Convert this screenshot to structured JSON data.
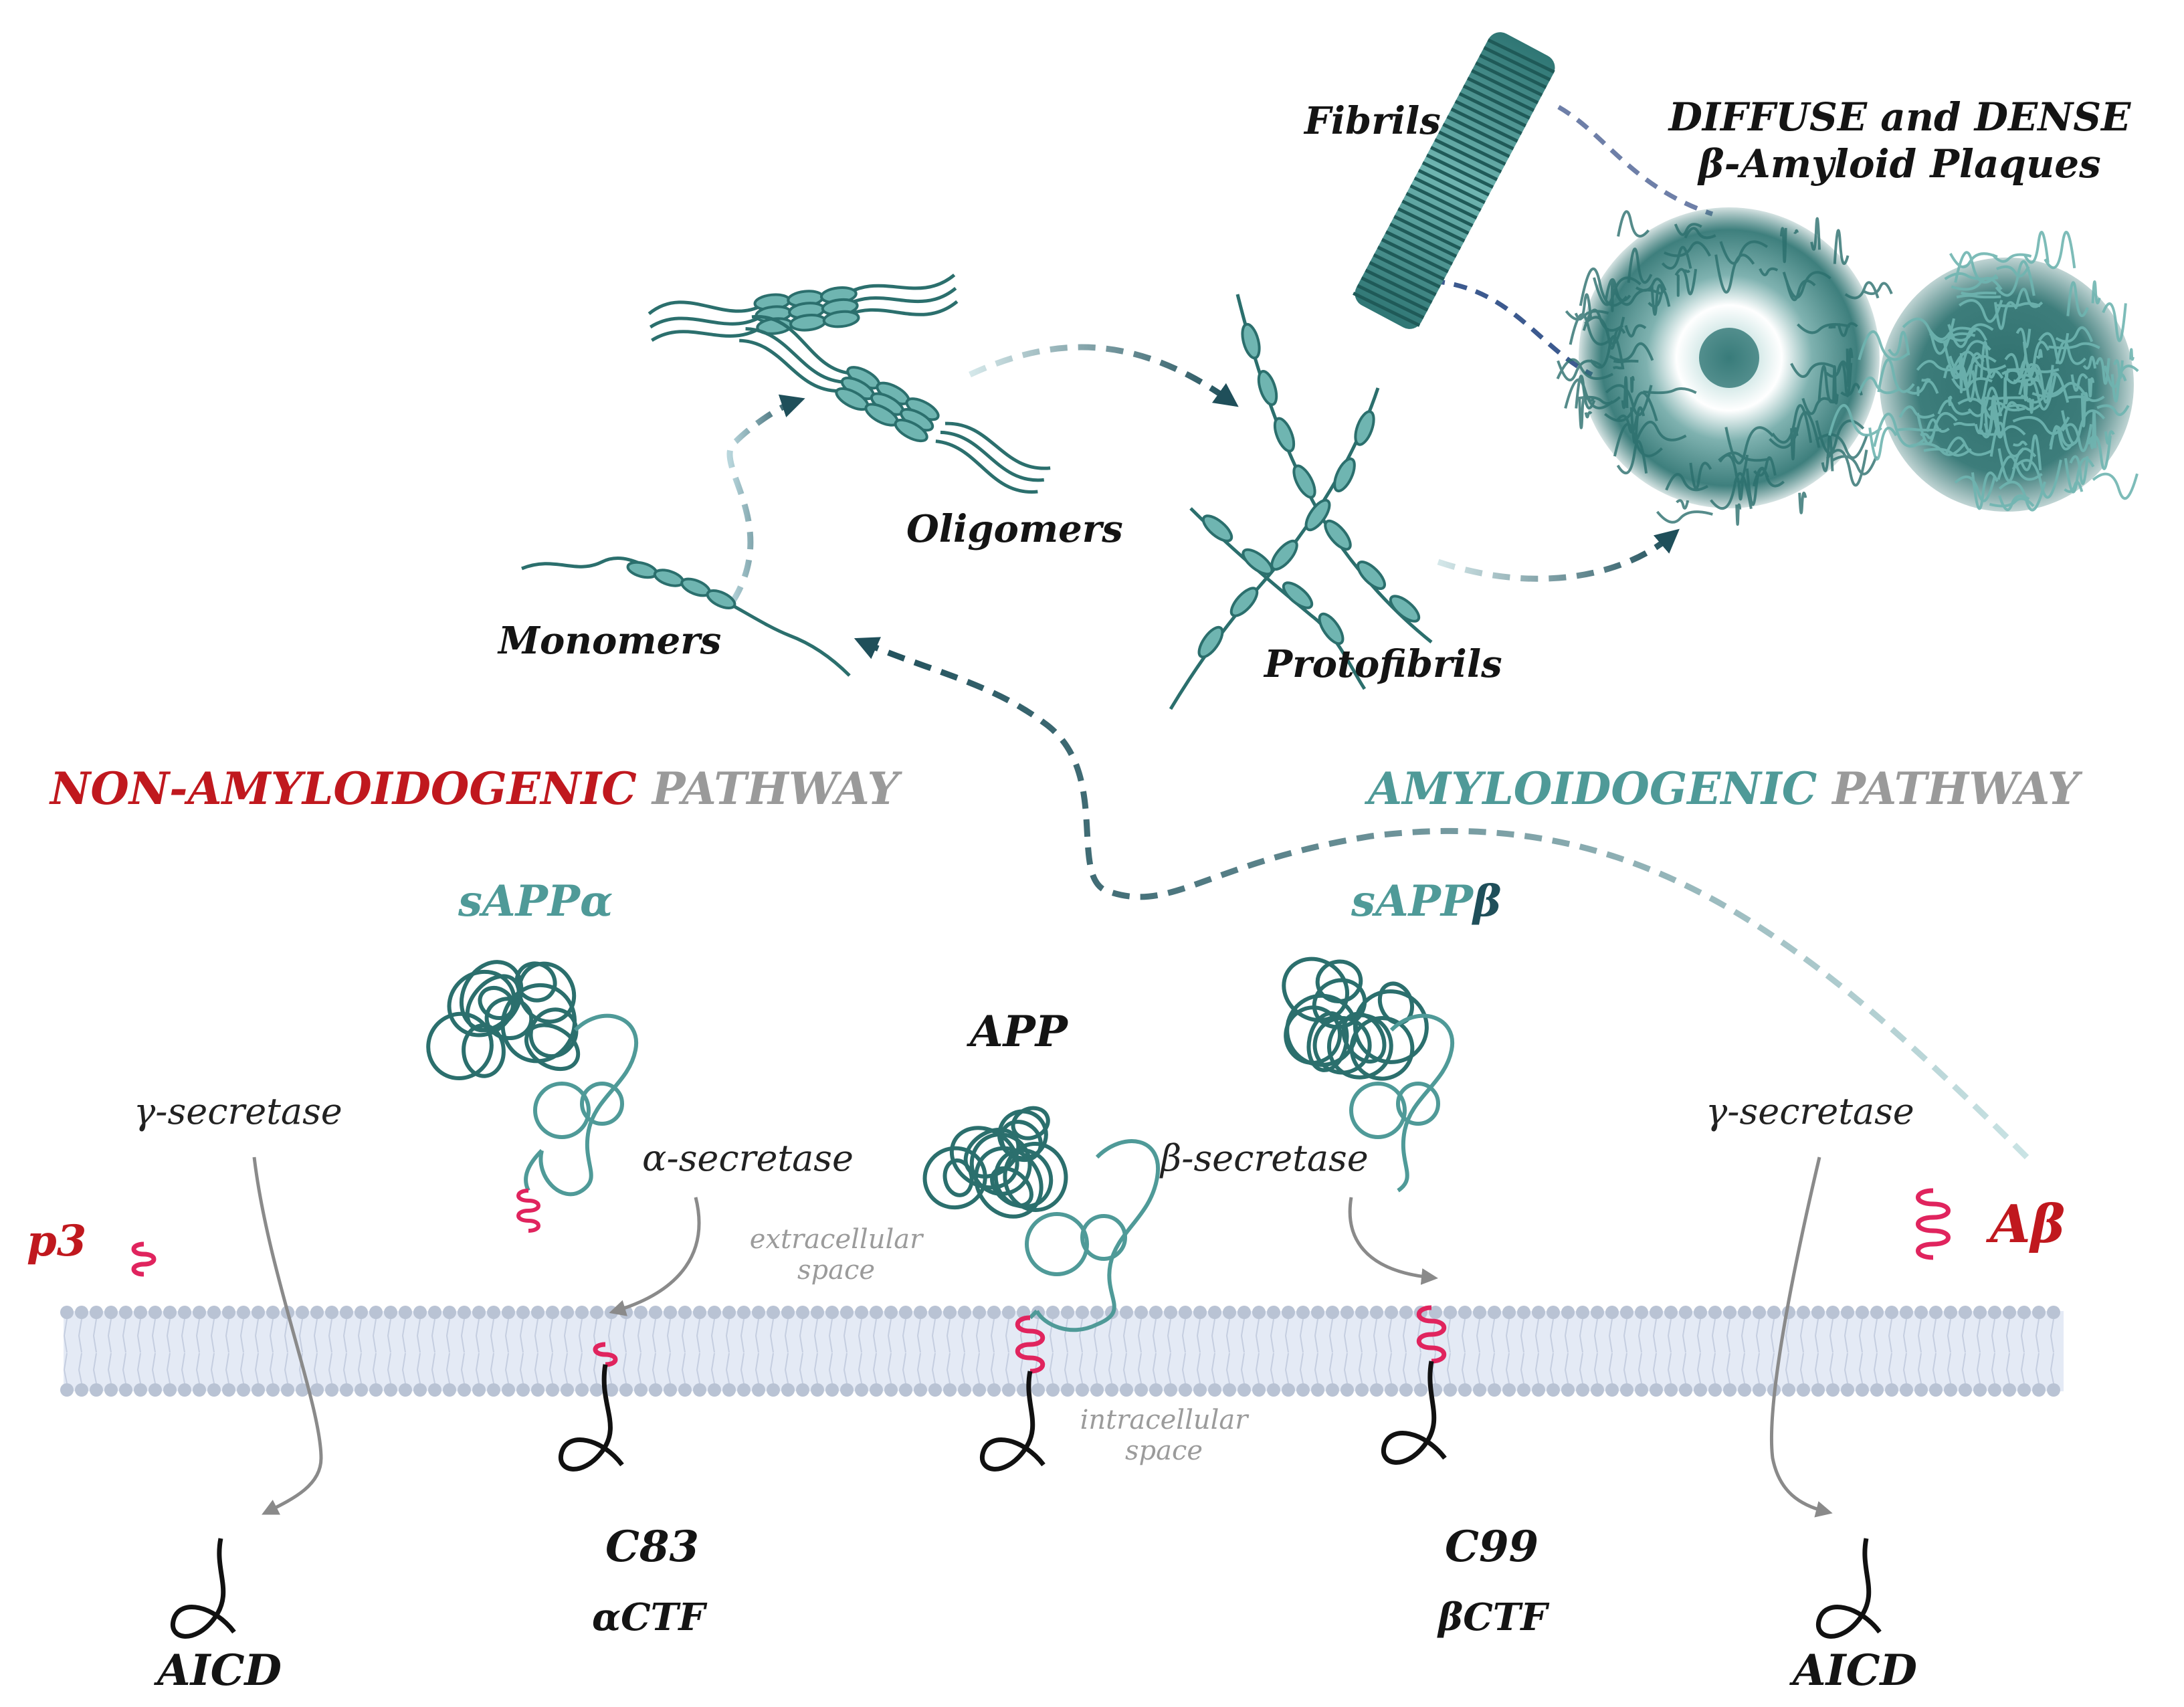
{
  "labels": {
    "fibrils": "Fibrils",
    "plaques_line1": "DIFFUSE and DENSE",
    "plaques_line2": "β-Amyloid Plaques",
    "oligomers": "Oligomers",
    "monomers": "Monomers",
    "protofibrils": "Protofibrils",
    "non_amyloidogenic_word": "NON-AMYLOIDOGENIC",
    "amyloidogenic_word": "AMYLOIDOGENIC",
    "pathway_word": "PATHWAY",
    "sapp_alpha": "sAPPα",
    "sapp_beta_prefix": "sAPP",
    "sapp_beta_suffix": "β",
    "app": "APP",
    "gamma_secretase": "γ-secretase",
    "alpha_secretase": "α-secretase",
    "beta_secretase": "β-secretase",
    "p3": "p3",
    "abeta": "Aβ",
    "extracellular_line1": "extracellular",
    "extracellular_line2": "space",
    "intracellular_line1": "intracellular",
    "intracellular_line2": "space",
    "c83": "C83",
    "alpha_ctf": "αCTF",
    "c99": "C99",
    "beta_ctf": "βCTF",
    "aicd": "AICD"
  },
  "colors": {
    "teal": "#4f9a98",
    "teal_dark": "#2b6f6d",
    "teal_light": "#6fb5b1",
    "red": "#c0181e",
    "magenta": "#e0245e",
    "membrane": "#dfe6f4",
    "membrane_dot": "#b9c3d4",
    "arrow_dark": "#1f4f5a",
    "arrow_grey": "#8a8a8a"
  }
}
